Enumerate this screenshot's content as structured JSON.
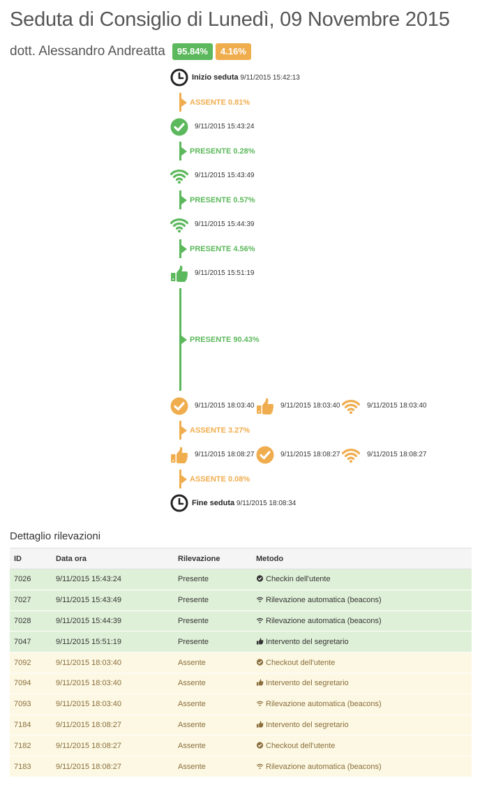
{
  "header": {
    "title": "Seduta di Consiglio di Lunedì, 09 Novembre 2015",
    "user_name": "dott. Alessandro Andreatta",
    "badge_present": "95.84%",
    "badge_absent": "4.16%"
  },
  "colors": {
    "present": "#5cb85c",
    "absent": "#f0ad4e",
    "clock": "#222222"
  },
  "timeline": {
    "start_label": "Inizio seduta",
    "start_time": "9/11/2015 15:42:13",
    "end_label": "Fine seduta",
    "end_time": "9/11/2015 18:08:34",
    "segments": [
      {
        "label": "ASSENTE 0.81%",
        "status": "absent"
      },
      {
        "label": "PRESENTE 0.28%",
        "status": "present"
      },
      {
        "label": "PRESENTE 0.57%",
        "status": "present"
      },
      {
        "label": "PRESENTE 4.56%",
        "status": "present"
      },
      {
        "label": "PRESENTE 90.43%",
        "status": "present"
      },
      {
        "label": "ASSENTE 3.27%",
        "status": "absent"
      },
      {
        "label": "ASSENTE 0.08%",
        "status": "absent"
      }
    ],
    "events": [
      {
        "items": [
          {
            "icon": "check-circle-icon",
            "time": "9/11/2015 15:43:24"
          }
        ]
      },
      {
        "items": [
          {
            "icon": "wifi-icon",
            "time": "9/11/2015 15:43:49"
          }
        ]
      },
      {
        "items": [
          {
            "icon": "wifi-icon",
            "time": "9/11/2015 15:44:39"
          }
        ]
      },
      {
        "items": [
          {
            "icon": "thumbs-up-icon",
            "time": "9/11/2015 15:51:19"
          }
        ]
      },
      {
        "items": [
          {
            "icon": "check-circle-icon",
            "time": "9/11/2015 18:03:40"
          },
          {
            "icon": "thumbs-up-icon",
            "time": "9/11/2015 18:03:40"
          },
          {
            "icon": "wifi-icon",
            "time": "9/11/2015 18:03:40"
          }
        ]
      },
      {
        "items": [
          {
            "icon": "thumbs-up-icon",
            "time": "9/11/2015 18:08:27"
          },
          {
            "icon": "check-circle-icon",
            "time": "9/11/2015 18:08:27"
          },
          {
            "icon": "wifi-icon",
            "time": "9/11/2015 18:08:27"
          }
        ]
      }
    ]
  },
  "details": {
    "title": "Dettaglio rilevazioni",
    "columns": {
      "id": "ID",
      "datetime": "Data ora",
      "detection": "Rilevazione",
      "method": "Metodo"
    },
    "rows": [
      {
        "id": "7026",
        "datetime": "9/11/2015 15:43:24",
        "detection": "Presente",
        "method": "Checkin dell'utente",
        "icon": "check-circle-icon",
        "status": "present"
      },
      {
        "id": "7027",
        "datetime": "9/11/2015 15:43:49",
        "detection": "Presente",
        "method": "Rilevazione automatica (beacons)",
        "icon": "wifi-icon",
        "status": "present"
      },
      {
        "id": "7028",
        "datetime": "9/11/2015 15:44:39",
        "detection": "Presente",
        "method": "Rilevazione automatica (beacons)",
        "icon": "wifi-icon",
        "status": "present"
      },
      {
        "id": "7047",
        "datetime": "9/11/2015 15:51:19",
        "detection": "Presente",
        "method": "Intervento del segretario",
        "icon": "thumbs-up-icon",
        "status": "present"
      },
      {
        "id": "7092",
        "datetime": "9/11/2015 18:03:40",
        "detection": "Assente",
        "method": "Checkout dell'utente",
        "icon": "check-circle-icon",
        "status": "absent"
      },
      {
        "id": "7094",
        "datetime": "9/11/2015 18:03:40",
        "detection": "Assente",
        "method": "Intervento del segretario",
        "icon": "thumbs-up-icon",
        "status": "absent"
      },
      {
        "id": "7093",
        "datetime": "9/11/2015 18:03:40",
        "detection": "Assente",
        "method": "Rilevazione automatica (beacons)",
        "icon": "wifi-icon",
        "status": "absent"
      },
      {
        "id": "7184",
        "datetime": "9/11/2015 18:08:27",
        "detection": "Assente",
        "method": "Intervento del segretario",
        "icon": "thumbs-up-icon",
        "status": "absent"
      },
      {
        "id": "7182",
        "datetime": "9/11/2015 18:08:27",
        "detection": "Assente",
        "method": "Checkout dell'utente",
        "icon": "check-circle-icon",
        "status": "absent"
      },
      {
        "id": "7183",
        "datetime": "9/11/2015 18:08:27",
        "detection": "Assente",
        "method": "Rilevazione automatica (beacons)",
        "icon": "wifi-icon",
        "status": "absent"
      }
    ]
  }
}
